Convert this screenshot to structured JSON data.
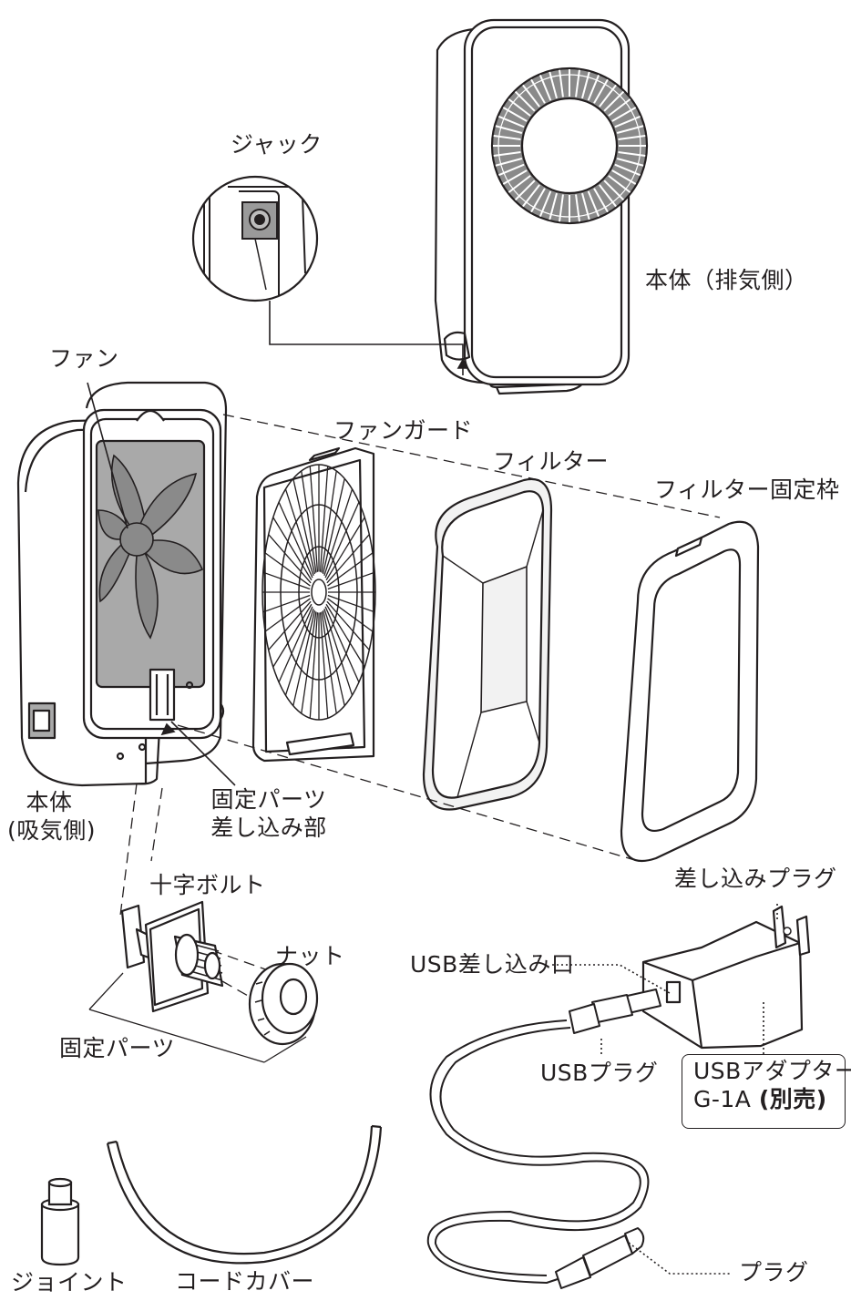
{
  "labels": {
    "jack": "ジャック",
    "body_exhaust": "本体（排気側）",
    "fan": "ファン",
    "fan_guard": "ファンガード",
    "filter": "フィルター",
    "filter_frame": "フィルター固定枠",
    "body_intake_line1": "本体",
    "body_intake_line2": "(吸気側)",
    "insert_part_line1": "固定パーツ",
    "insert_part_line2": "差し込み部",
    "cross_bolt": "十字ボルト",
    "nut": "ナット",
    "fixing_parts": "固定パーツ",
    "plug_prongs": "差し込みプラグ",
    "usb_port": "USB差し込み口",
    "usb_plug": "USBプラグ",
    "adapter_line1": "USBアダプター",
    "adapter_model": "G-1A",
    "adapter_note": "(別売)",
    "joint": "ジョイント",
    "cord_cover": "コードカバー",
    "plug": "プラグ"
  },
  "colors": {
    "ink": "#231f20",
    "fan_gray": "#8a8a8a",
    "fan_light": "#a9a9a9",
    "filter_fill": "#f2f2f2"
  }
}
